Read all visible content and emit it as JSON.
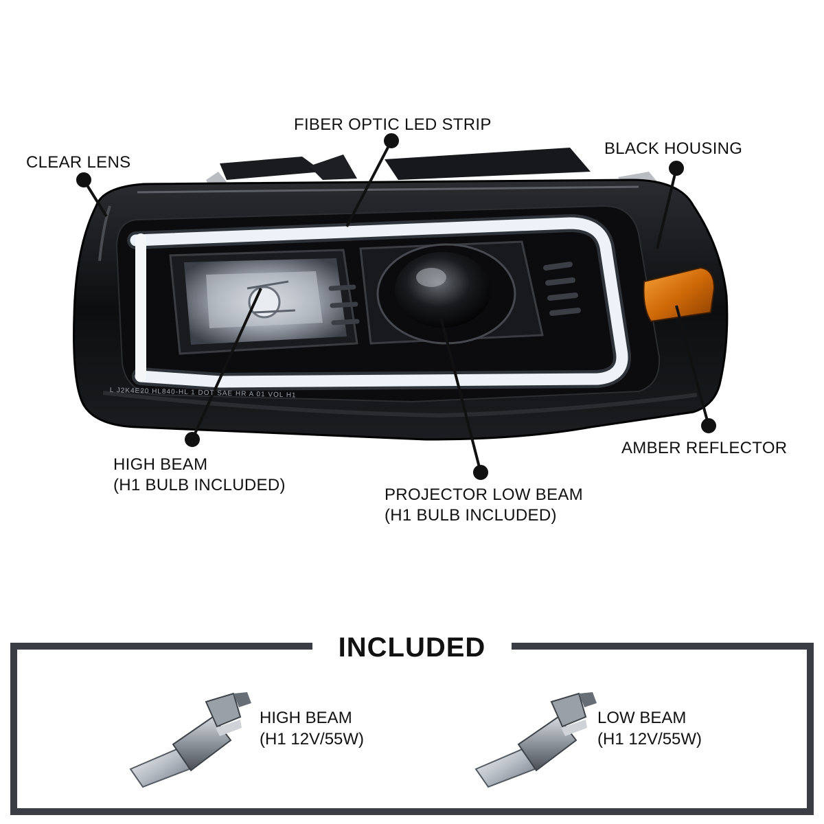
{
  "colors": {
    "housing": "#121212",
    "led_strip": "#f4f6f8",
    "amber": "#e07a10",
    "frame": "#3a3e44",
    "leader": "#111111"
  },
  "callouts": {
    "fiber_optic": "FIBER OPTIC LED STRIP",
    "clear_lens": "CLEAR LENS",
    "black_housing": "BLACK HOUSING",
    "high_beam": [
      "HIGH BEAM",
      "(H1 BULB INCLUDED)"
    ],
    "projector_low_beam": [
      "PROJECTOR LOW BEAM",
      "(H1 BULB INCLUDED)"
    ],
    "amber_reflector": "AMBER REFLECTOR"
  },
  "lens_marking": "L J2K4E20  HL840-HL  1  DOT SAE HR A 01 VOL H1",
  "included": {
    "title": "INCLUDED",
    "bulbs": [
      {
        "icon": "h1-bulb-icon",
        "line1": "HIGH BEAM",
        "line2": "(H1 12V/55W)"
      },
      {
        "icon": "h1-bulb-icon",
        "line1": "LOW BEAM",
        "line2": "(H1 12V/55W)"
      }
    ]
  }
}
